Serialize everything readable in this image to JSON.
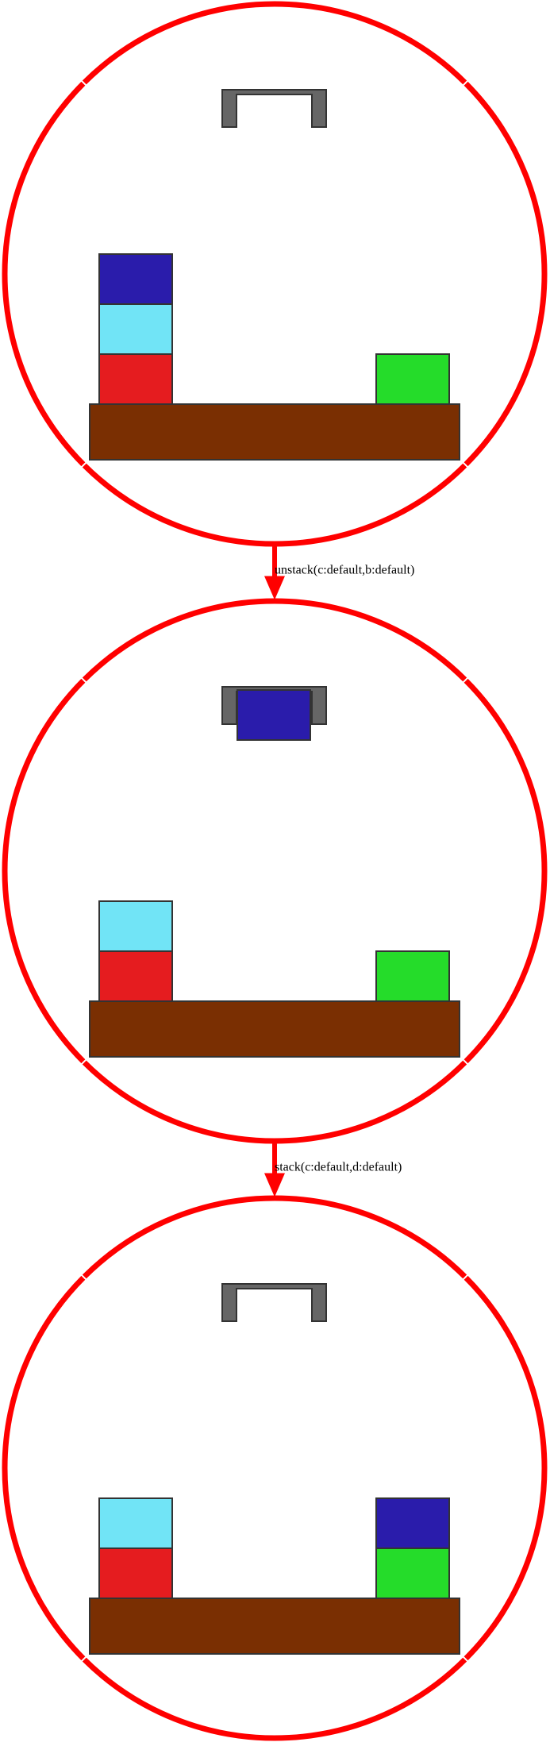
{
  "colors": {
    "border": "#ff0000",
    "table": "#7a2f02",
    "gripper": "#666666",
    "outline": "#333333",
    "blocks": {
      "a": "#e51c1f",
      "b": "#71e4f6",
      "c": "#2a1cab",
      "d": "#25dc2a"
    }
  },
  "transitions": [
    {
      "action": "unstack(c:default,b:default)"
    },
    {
      "action": "stack(c:default,d:default)"
    }
  ],
  "states": [
    {
      "gripper": {
        "holding": null
      },
      "columns": [
        {
          "position": "left",
          "blocks": [
            "a",
            "b",
            "c"
          ]
        },
        {
          "position": "right",
          "blocks": [
            "d"
          ]
        }
      ]
    },
    {
      "gripper": {
        "holding": "c"
      },
      "columns": [
        {
          "position": "left",
          "blocks": [
            "a",
            "b"
          ]
        },
        {
          "position": "right",
          "blocks": [
            "d"
          ]
        }
      ]
    },
    {
      "gripper": {
        "holding": null
      },
      "columns": [
        {
          "position": "left",
          "blocks": [
            "a",
            "b"
          ]
        },
        {
          "position": "right",
          "blocks": [
            "d",
            "c"
          ]
        }
      ]
    }
  ]
}
